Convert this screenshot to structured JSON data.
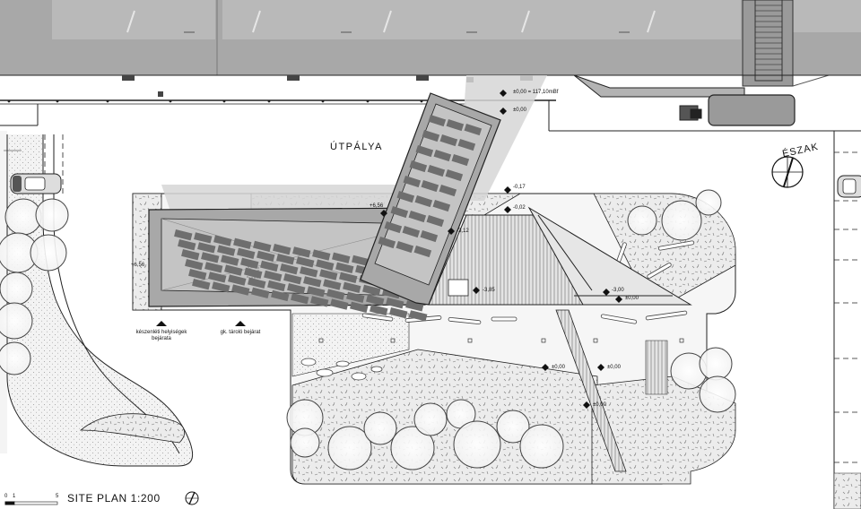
{
  "drawing": {
    "street_label": "ÚTPÁLYA",
    "north_label": "ÉSZAK",
    "title": "SITE PLAN 1:200",
    "scale_marks": [
      "0",
      "1",
      "5"
    ]
  },
  "levels": {
    "top_reference": "±0,00 = 117,10mBf",
    "top_zero": "±0,00",
    "minus_017": "-0,17",
    "minus_002": "-0,02",
    "plus_656_top": "+6,56",
    "plus_656_left": "+6,56",
    "minus_312": "-3,12",
    "minus_385": "-3,85",
    "minus_300": "-3,00",
    "zero_ramp": "±0,00",
    "zero_center": "±0,00",
    "zero_right": "±0,00",
    "zero_lower": "±0,00"
  },
  "entrances": {
    "emergency": "készenléti helyiségek bejárata",
    "garage": "gk. tároló bejárat"
  },
  "colors": {
    "building_gray": "#a8a8a8",
    "roof_gray": "#c4c4c4",
    "pv_panel": "#6e6e6e",
    "shadow": "#d9d9d9",
    "line": "#222222"
  }
}
